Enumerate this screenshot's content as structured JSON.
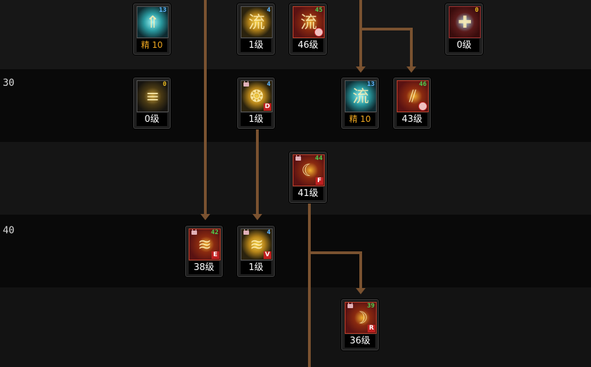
{
  "level_markers": [
    "30",
    "40"
  ],
  "skills": [
    {
      "id": "rising-arrow",
      "label": "精 10",
      "special": true,
      "corner": "13",
      "corner_color": "blue",
      "style": "cyan",
      "glyph": "⇑",
      "locked": false,
      "key": "",
      "cooldown": false
    },
    {
      "id": "flow-slash",
      "label": "1级",
      "special": false,
      "corner": "4",
      "corner_color": "blue",
      "style": "gold",
      "glyph": "流",
      "locked": false,
      "key": "",
      "cooldown": false
    },
    {
      "id": "flow-awaken",
      "label": "46级",
      "special": false,
      "corner": "45",
      "corner_color": "green",
      "style": "red",
      "glyph": "流",
      "locked": false,
      "key": "",
      "cooldown": true
    },
    {
      "id": "sword-cross",
      "label": "0级",
      "special": false,
      "corner": "0",
      "corner_color": "yellow",
      "style": "redblue",
      "glyph": "✚",
      "locked": false,
      "key": "",
      "cooldown": false
    },
    {
      "id": "blade-mastery",
      "label": "0级",
      "special": false,
      "corner": "0",
      "corner_color": "yellow",
      "style": "dark",
      "glyph": "≡",
      "locked": false,
      "key": "",
      "cooldown": false
    },
    {
      "id": "dragon-strike",
      "label": "1级",
      "special": false,
      "corner": "4",
      "corner_color": "blue",
      "style": "gold",
      "glyph": "❂",
      "locked": true,
      "key": "D",
      "cooldown": false
    },
    {
      "id": "flow-burst",
      "label": "精 10",
      "special": true,
      "corner": "13",
      "corner_color": "blue",
      "style": "cyan",
      "glyph": "流",
      "locked": false,
      "key": "",
      "cooldown": false
    },
    {
      "id": "flash-slash",
      "label": "43级",
      "special": false,
      "corner": "46",
      "corner_color": "green",
      "style": "red",
      "glyph": "⫽",
      "locked": false,
      "key": "",
      "cooldown": true
    },
    {
      "id": "crescent-strike",
      "label": "41级",
      "special": false,
      "corner": "44",
      "corner_color": "green",
      "style": "red",
      "glyph": "☾",
      "locked": true,
      "key": "F",
      "cooldown": false
    },
    {
      "id": "dragon-roar",
      "label": "38级",
      "special": false,
      "corner": "42",
      "corner_color": "green",
      "style": "red",
      "glyph": "≋",
      "locked": true,
      "key": "E",
      "cooldown": false
    },
    {
      "id": "dragon-rush",
      "label": "1级",
      "special": false,
      "corner": "4",
      "corner_color": "blue",
      "style": "gold",
      "glyph": "≋",
      "locked": true,
      "key": "V",
      "cooldown": false
    },
    {
      "id": "moon-slash",
      "label": "36级",
      "special": false,
      "corner": "39",
      "corner_color": "green",
      "style": "red",
      "glyph": "☽",
      "locked": true,
      "key": "R",
      "cooldown": false
    }
  ]
}
